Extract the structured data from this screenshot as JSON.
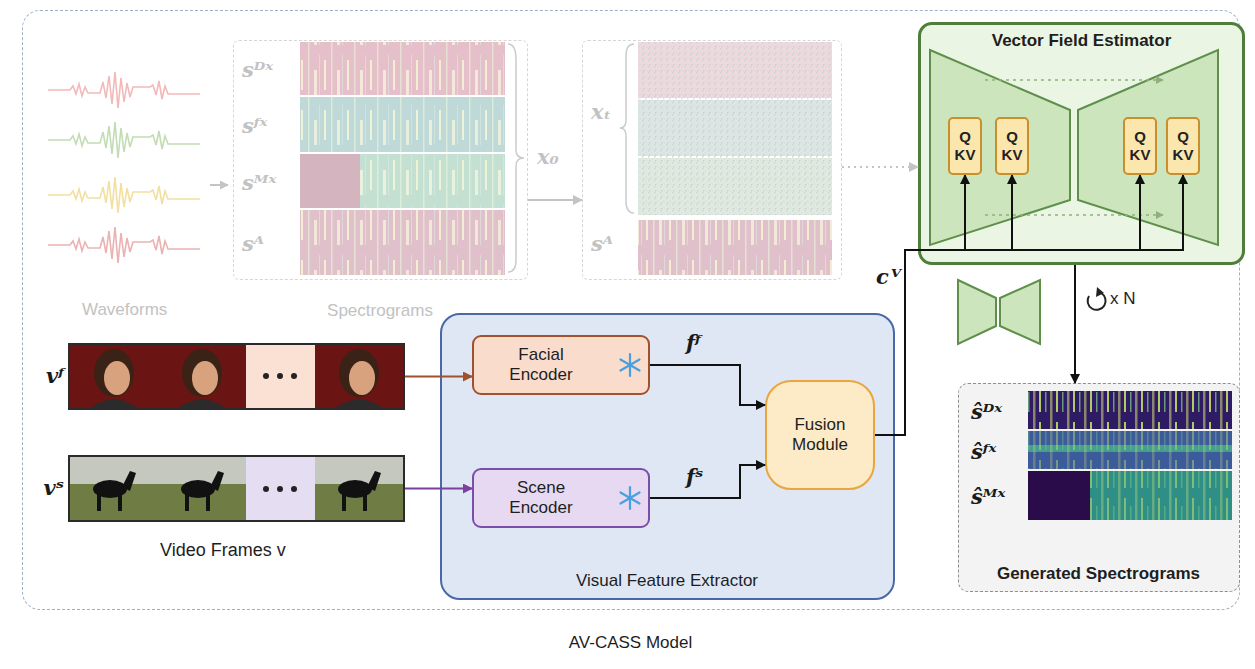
{
  "diagram": {
    "nodes": [
      {
        "text": [
          "AV-CASS Model"
        ]
      },
      {
        "text": [
          "sᴰˣ",
          "sᶠˣ",
          "sᴹˣ",
          "sᴬ",
          "Spectrograms"
        ],
        "in": 0
      },
      {
        "text": [
          "xₜ",
          "sᴬ"
        ],
        "in": 0
      },
      {
        "text": [
          "Vector Field Estimator"
        ],
        "in": 0
      },
      {
        "text": [
          "Q",
          "KV"
        ],
        "in": 3
      },
      {
        "text": [
          "Q",
          "KV"
        ],
        "in": 3
      },
      {
        "text": [
          "Q",
          "KV"
        ],
        "in": 3
      },
      {
        "text": [
          "Q",
          "KV"
        ],
        "in": 3
      },
      {
        "text": [
          "ŝᴰˣ",
          "ŝᶠˣ",
          "ŝᴹˣ",
          "Generated Spectrograms"
        ],
        "in": 0
      },
      {
        "text": [
          "vᶠ"
        ],
        "in": 0
      },
      {
        "text": [
          "vˢ"
        ],
        "in": 0
      },
      {
        "text": [
          "Visual Feature Extractor"
        ],
        "in": 0
      },
      {
        "text": [
          "Facial Encoder"
        ],
        "in": 11
      },
      {
        "text": [
          "Scene Encoder"
        ],
        "in": 11
      },
      {
        "text": [
          "Fusion Module"
        ],
        "in": 11
      }
    ],
    "edges": [
      {
        "from": 1,
        "to": 2,
        "arrow": "to"
      },
      {
        "from": 2,
        "to": 3,
        "arrow": "to"
      },
      {
        "from": 14,
        "to": 4,
        "arrow": "to",
        "label": "cⱽ"
      },
      {
        "from": 14,
        "to": 5,
        "arrow": "to"
      },
      {
        "from": 14,
        "to": 6,
        "arrow": "to"
      },
      {
        "from": 14,
        "to": 7,
        "arrow": "to"
      },
      {
        "from": 3,
        "to": 8,
        "arrow": "to"
      },
      {
        "from": 9,
        "to": 12,
        "arrow": "to"
      },
      {
        "from": 10,
        "to": 13,
        "arrow": "to"
      },
      {
        "from": 12,
        "to": 14,
        "arrow": "to",
        "label": "fᶠ"
      },
      {
        "from": 13,
        "to": 14,
        "arrow": "to",
        "label": "fˢ"
      }
    ],
    "labels": [
      "Waveforms",
      "x₀",
      "x N",
      "Video Frames v"
    ]
  }
}
